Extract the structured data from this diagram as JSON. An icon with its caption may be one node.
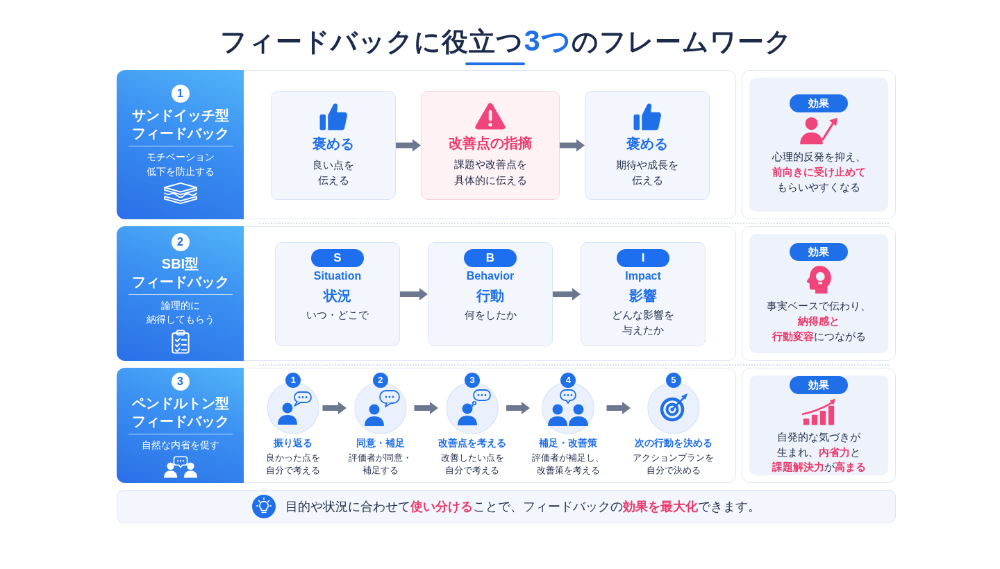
{
  "diagram": {
    "title": "フィードバックに役立つ**3つ**のフレームワーク",
    "nodes": [
      {
        "text": [
          "1",
          "サンドイッチ型フィードバック",
          "モチベーション低下を防止する"
        ]
      },
      {
        "text": [
          "褒める",
          "良い点を伝える"
        ],
        "in": 0
      },
      {
        "text": [
          "改善点の指摘",
          "課題や改善点を具体的に伝える"
        ],
        "in": 0
      },
      {
        "text": [
          "褒める",
          "期待や成長を伝える"
        ],
        "in": 0
      },
      {
        "text": [
          "効果",
          "心理的反発を抑え、**前向きに受け止めて**もらいやすくなる"
        ]
      },
      {
        "text": [
          "2",
          "SBI型フィードバック",
          "論理的に納得してもらう"
        ]
      },
      {
        "text": [
          "S",
          "Situation",
          "状況",
          "いつ・どこで"
        ],
        "in": 5
      },
      {
        "text": [
          "B",
          "Behavior",
          "行動",
          "何をしたか"
        ],
        "in": 5
      },
      {
        "text": [
          "I",
          "Impact",
          "影響",
          "どんな影響を与えたか"
        ],
        "in": 5
      },
      {
        "text": [
          "効果",
          "事実ベースで伝わり、**納得感と行動変容**につながる"
        ]
      },
      {
        "text": [
          "3",
          "ペンドルトン型フィードバック",
          "自然な内省を促す"
        ]
      },
      {
        "text": [
          "1",
          "振り返る",
          "良かった点を自分で考える"
        ],
        "in": 10
      },
      {
        "text": [
          "2",
          "同意・補足",
          "評価者が同意・補足する"
        ],
        "in": 10
      },
      {
        "text": [
          "3",
          "改善点を考える",
          "改善したい点を自分で考える"
        ],
        "in": 10
      },
      {
        "text": [
          "4",
          "補足・改善策",
          "評価者が補足し、改善策を考える"
        ],
        "in": 10
      },
      {
        "text": [
          "5",
          "次の行動を決める",
          "アクションプランを自分で決める"
        ],
        "in": 10
      },
      {
        "text": [
          "効果",
          "自発的な気づきが生まれ、**内省力**と**課題解決力**が**高まる**"
        ]
      },
      {
        "text": [
          "目的や状況に合わせて**使い分ける**ことで、フィードバックの**効果を最大化**できます。"
        ]
      }
    ],
    "edges": [
      {
        "from": 1,
        "to": 2,
        "arrow": "to"
      },
      {
        "from": 2,
        "to": 3,
        "arrow": "to"
      },
      {
        "from": 6,
        "to": 7,
        "arrow": "to"
      },
      {
        "from": 7,
        "to": 8,
        "arrow": "to"
      },
      {
        "from": 11,
        "to": 12,
        "arrow": "to"
      },
      {
        "from": 12,
        "to": 13,
        "arrow": "to"
      },
      {
        "from": 13,
        "to": 14,
        "arrow": "to"
      },
      {
        "from": 14,
        "to": 15,
        "arrow": "to"
      }
    ]
  }
}
